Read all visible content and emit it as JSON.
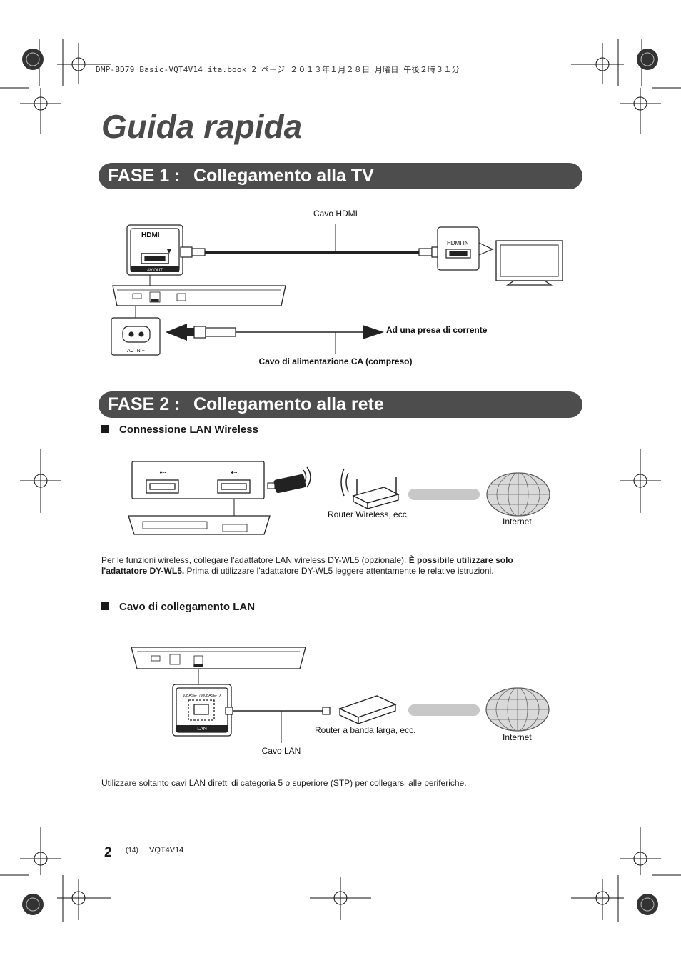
{
  "header": {
    "book_info": "DMP-BD79_Basic-VQT4V14_ita.book  2 ページ  ２０１３年１月２８日  月曜日  午後２時３１分"
  },
  "title": "Guida rapida",
  "phase1": {
    "label": "FASE 1 :",
    "heading": "Collegamento alla TV",
    "diagram": {
      "hdmi_cable": "Cavo HDMI",
      "hdmi_logo": "HDMI",
      "av_out": "AV OUT",
      "hdmi_in": "HDMI IN",
      "ac_in": "AC IN ~",
      "power_outlet": "Ad una presa di corrente",
      "ac_cable": "Cavo di alimentazione CA (compreso)"
    }
  },
  "phase2": {
    "label": "FASE 2 :",
    "heading": "Collegamento alla rete",
    "wireless": {
      "heading": "Connessione LAN Wireless",
      "router_label": "Router Wireless, ecc.",
      "internet_label": "Internet",
      "note_normal_1": "Per le funzioni wireless, collegare l'adattatore LAN wireless DY-WL5 (opzionale). ",
      "note_bold": "È possibile utilizzare solo l'adattatore DY-WL5.",
      "note_normal_2": " Prima di utilizzare l'adattatore DY-WL5 leggere attentamente le relative istruzioni."
    },
    "wired": {
      "heading": "Cavo di collegamento LAN",
      "port_label_top": "10BASE-T/100BASE-TX",
      "port_label": "LAN",
      "router_label": "Router a banda larga, ecc.",
      "internet_label": "Internet",
      "cable_label": "Cavo LAN",
      "note": "Utilizzare soltanto cavi LAN diretti di categoria 5 o superiore (STP) per collegarsi alle periferiche."
    }
  },
  "footer": {
    "page_number": "2",
    "page_ref": "(14)",
    "doc_code": "VQT4V14"
  },
  "colors": {
    "phase_bar": "#4d4d4d",
    "title": "#4a4a4a",
    "connector_gray": "#c8c8c8"
  }
}
